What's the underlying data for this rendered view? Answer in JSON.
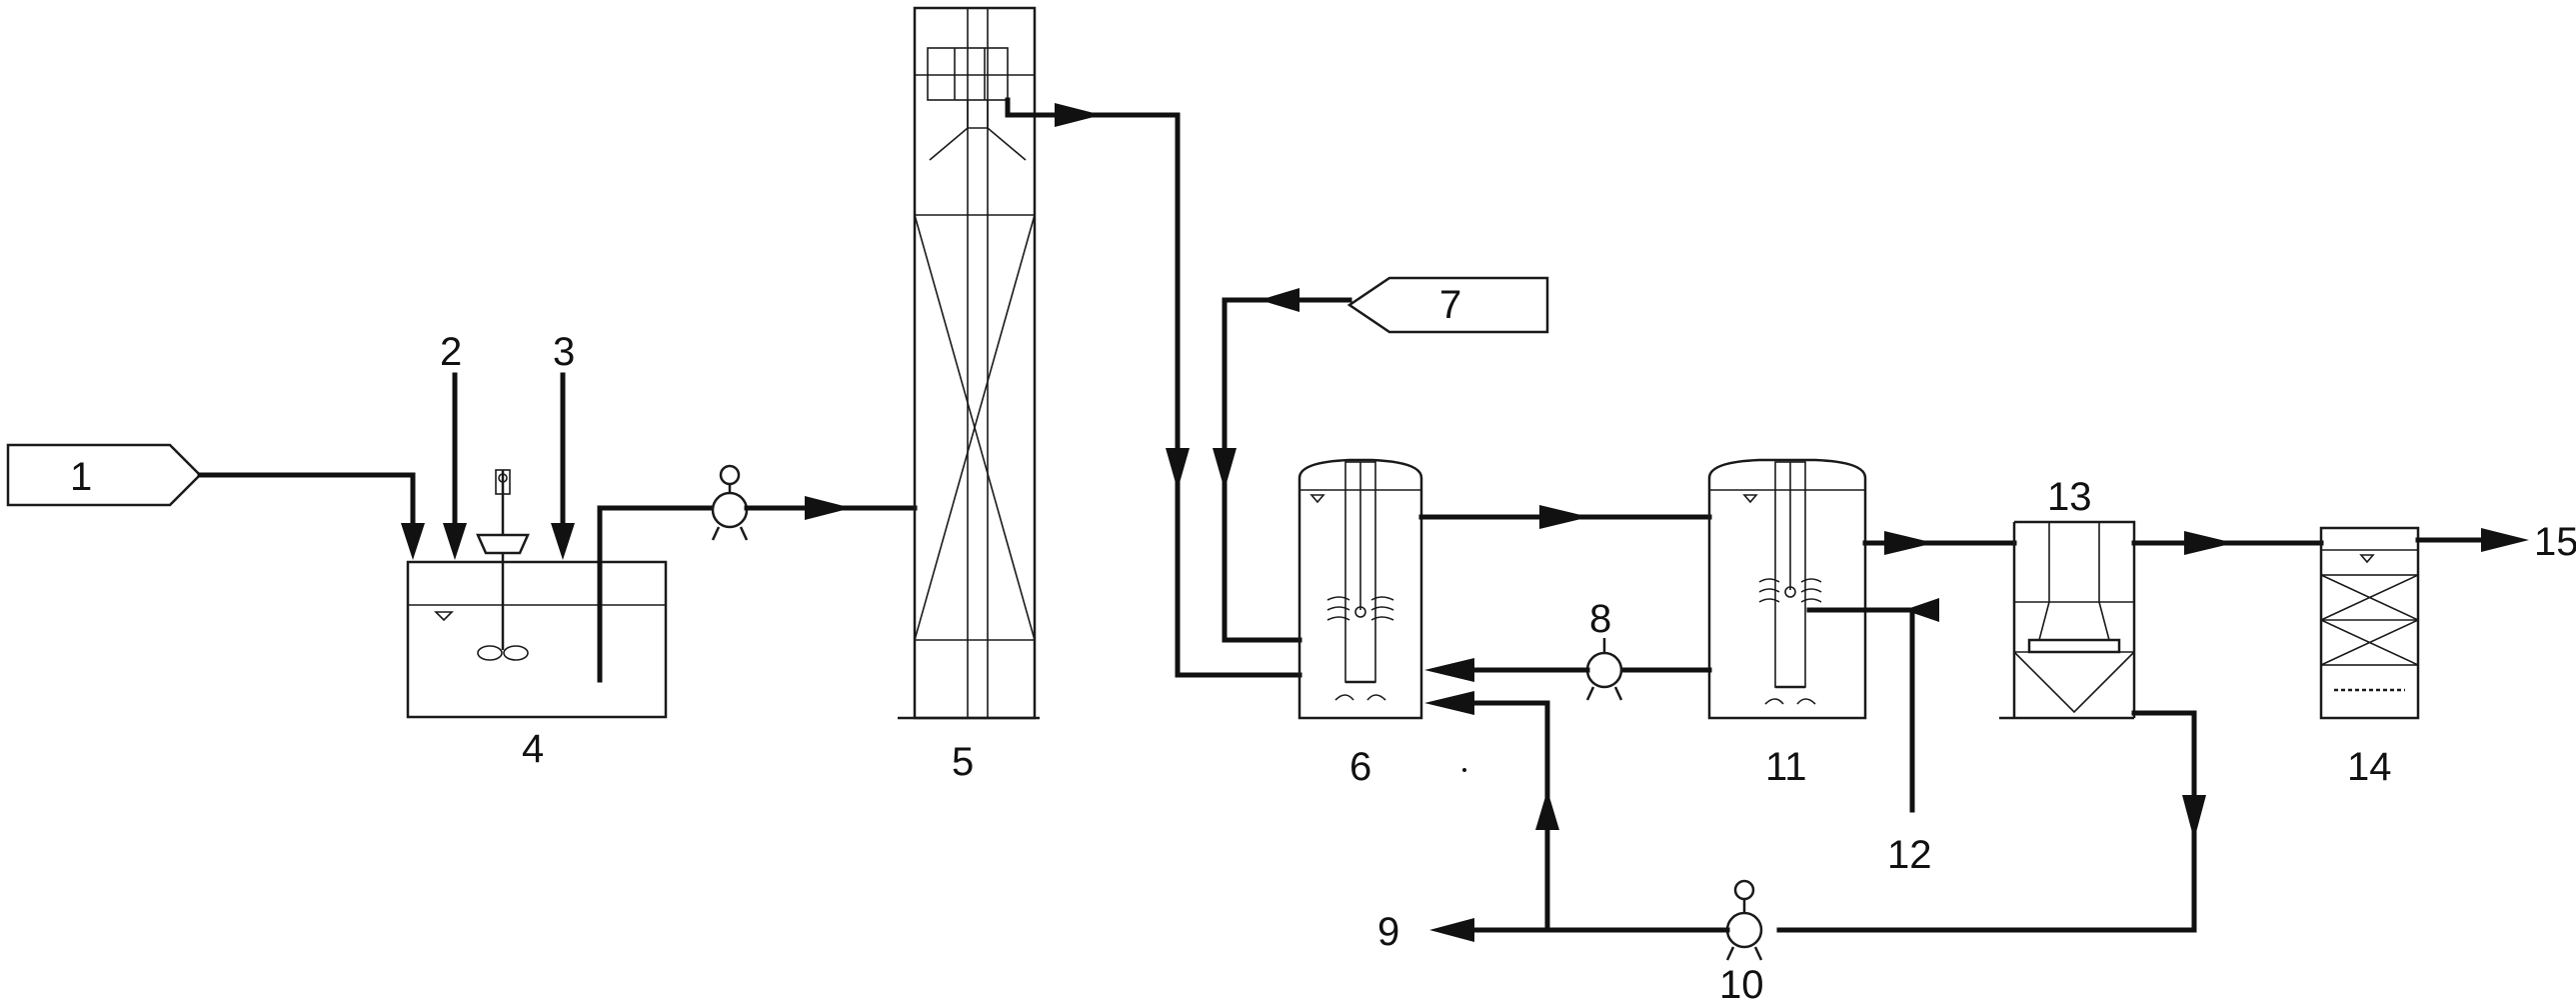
{
  "labels": {
    "feed_1": "1",
    "inlet_2": "2",
    "inlet_3": "3",
    "tank_4": "4",
    "column_5": "5",
    "reactor_6": "6",
    "feed_7": "7",
    "pump_8": "8",
    "outlet_9": "9",
    "pump_10": "10",
    "reactor_11": "11",
    "inlet_12": "12",
    "settler_13": "13",
    "filter_14": "14",
    "outlet_15": "15"
  },
  "colors": {
    "line": "#111111",
    "background": "#ffffff"
  },
  "icons": [
    "stirrer-icon",
    "pump-icon",
    "motor-pump-icon",
    "aerator-icon",
    "arrow-icon"
  ]
}
